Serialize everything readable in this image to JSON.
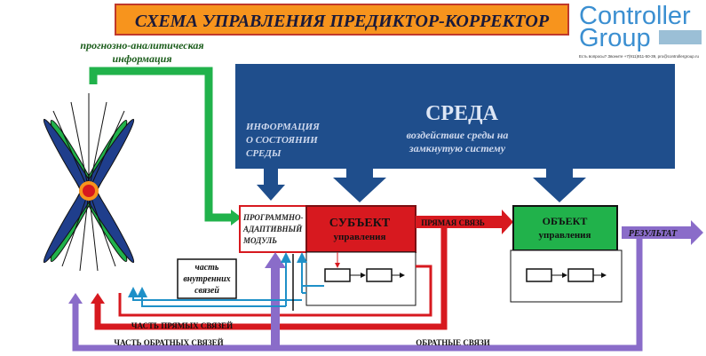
{
  "title": "СХЕМА УПРАВЛЕНИЯ ПРЕДИКТОР-КОРРЕКТОР",
  "logo": {
    "line1": "Controller",
    "line2": "Group",
    "contact": "Есть вопросы? Звоните +7(911)811-50-39, pro@controllergroup.ru"
  },
  "forecast_label": {
    "line1": "прогнозно-аналитическая",
    "line2": "информация"
  },
  "environment": {
    "title": "СРЕДА",
    "impact": {
      "line1": "воздействие среды на",
      "line2": "замкнутую систему"
    },
    "state_info": {
      "line1": "ИНФОРМАЦИЯ",
      "line2": "О СОСТОЯНИИ",
      "line3": "СРЕДЫ"
    }
  },
  "module": {
    "line1": "ПРОГРАММНО-",
    "line2": "АДАПТИВНЫЙ",
    "line3": "МОДУЛЬ"
  },
  "subject": {
    "line1": "СУБЪЕКТ",
    "line2": "управления"
  },
  "object": {
    "line1": "ОБЪЕКТ",
    "line2": "управления"
  },
  "direct_link": "ПРЯМАЯ СВЯЗЬ",
  "result": "РЕЗУЛЬТАТ",
  "internal": {
    "line1": "часть",
    "line2": "внутренних",
    "line3": "связей"
  },
  "part_direct": "ЧАСТЬ ПРЯМЫХ СВЯЗЕЙ",
  "part_feedback": "ЧАСТЬ ОБРАТНЫХ СВЯЗЕЙ",
  "feedback": "ОБРАТНЫЕ СВЯЗИ",
  "colors": {
    "orange": "#f7941d",
    "blue": "#1f4e8c",
    "red": "#d7191f",
    "green": "#21b24b",
    "purple": "#8a6cc9",
    "cyan": "#1e90c8"
  }
}
